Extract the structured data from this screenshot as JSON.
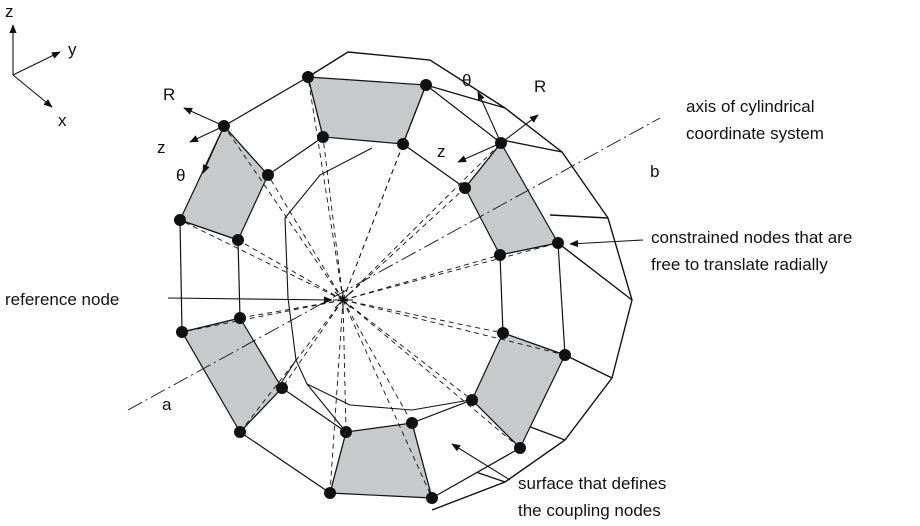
{
  "coord_system": {
    "z": "z",
    "y": "y",
    "x": "x"
  },
  "triad_left": {
    "R": "R",
    "z": "z",
    "theta": "θ"
  },
  "triad_right": {
    "theta": "θ",
    "R": "R",
    "z": "z"
  },
  "labels": {
    "axis_line1": "axis of cylindrical",
    "axis_line2": "coordinate system",
    "point_b": "b",
    "point_a": "a",
    "constrained_line1": "constrained nodes that are",
    "constrained_line2": "free to translate radially",
    "reference_node": "reference node",
    "surface_line1": "surface that defines",
    "surface_line2": "the coupling nodes"
  },
  "colors": {
    "surface": "#c8c9cb",
    "line": "#111111",
    "background": "#ffffff"
  }
}
